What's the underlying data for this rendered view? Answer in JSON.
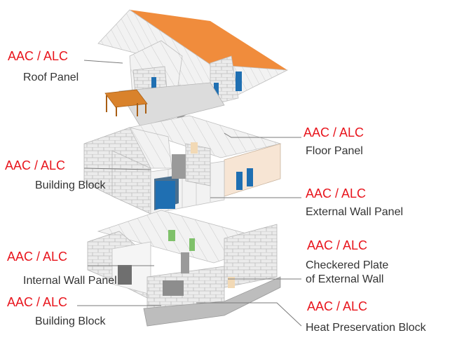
{
  "colors": {
    "code_text": "#e8141c",
    "name_text": "#333333",
    "leader_line": "#7a7a7a",
    "roof_tile": "#f08c3c",
    "panel_face": "#f0f0f0",
    "block_face": "#e6e6e6",
    "window": "#1f6fb2",
    "deck_wood": "#d9822b",
    "dark_partition": "#7d8288",
    "accent_green": "#7fc16a"
  },
  "labels": [
    {
      "id": "roof-panel",
      "code": "AAC / ALC",
      "name": "Roof Panel"
    },
    {
      "id": "floor-panel",
      "code": "AAC / ALC",
      "name": "Floor Panel"
    },
    {
      "id": "building-block-upper",
      "code": "AAC / ALC",
      "name": "Building Block"
    },
    {
      "id": "external-wall-panel",
      "code": "AAC / ALC",
      "name": "External Wall Panel"
    },
    {
      "id": "internal-wall-panel",
      "code": "AAC / ALC",
      "name": "Internal Wall Panel"
    },
    {
      "id": "checkered-plate",
      "code": "AAC / ALC",
      "name_line1": "Checkered Plate",
      "name_line2": "of External Wall"
    },
    {
      "id": "building-block-lower",
      "code": "AAC / ALC",
      "name": "Building Block"
    },
    {
      "id": "heat-preservation-block",
      "code": "AAC / ALC",
      "name": "Heat Preservation Block"
    }
  ]
}
